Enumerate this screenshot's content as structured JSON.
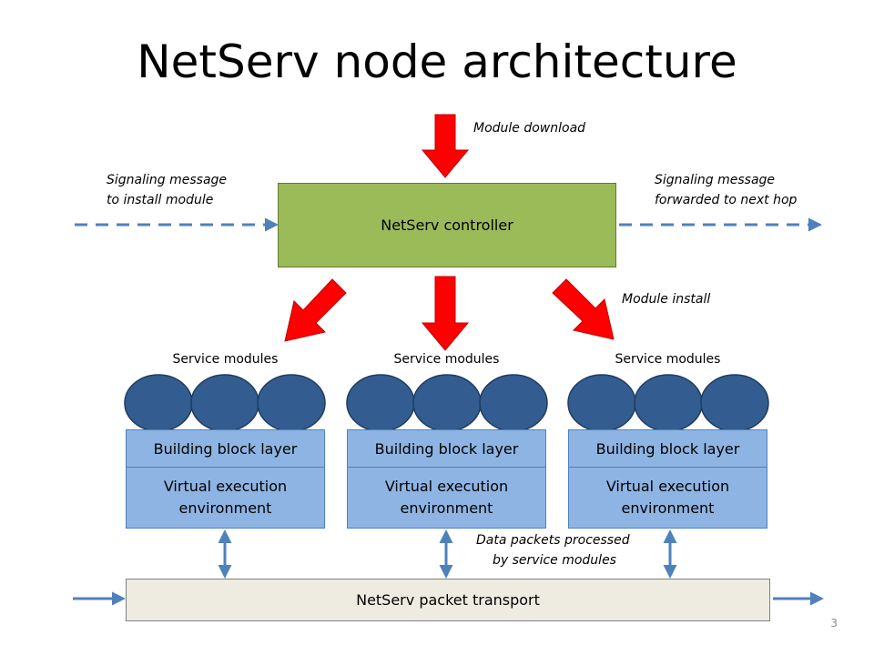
{
  "title": "NetServ node architecture",
  "labels": {
    "module_download": "Module download",
    "signaling_in_line1": "Signaling message",
    "signaling_in_line2": "to install module",
    "signaling_out_line1": "Signaling message",
    "signaling_out_line2": "forwarded to next hop",
    "module_install": "Module install",
    "data_packets_line1": "Data packets processed",
    "data_packets_line2": "by service modules"
  },
  "controller": {
    "label": "NetServ controller"
  },
  "groups": [
    {
      "service_label": "Service modules",
      "building_block": "Building block layer",
      "vee_line1": "Virtual execution",
      "vee_line2": "environment"
    },
    {
      "service_label": "Service modules",
      "building_block": "Building block layer",
      "vee_line1": "Virtual execution",
      "vee_line2": "environment"
    },
    {
      "service_label": "Service modules",
      "building_block": "Building block layer",
      "vee_line1": "Virtual execution",
      "vee_line2": "environment"
    }
  ],
  "transport": {
    "label": "NetServ packet transport"
  },
  "page_number": "3",
  "colors": {
    "controller": "#9bbb59",
    "layer": "#8eb4e3",
    "module": "#335d90",
    "arrow_red": "#ff0000",
    "arrow_blue": "#4f81bd",
    "transport": "#eeece1"
  }
}
